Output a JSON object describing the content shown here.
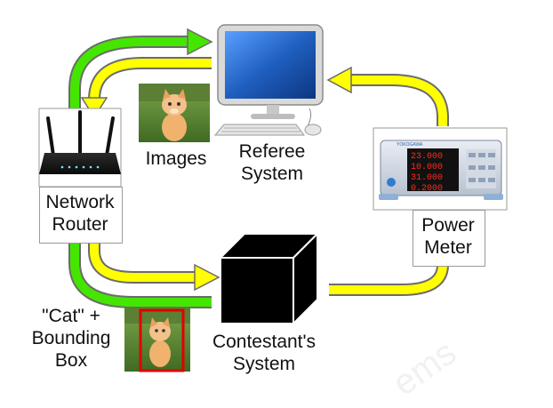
{
  "labels": {
    "images": "Images",
    "referee": [
      "Referee",
      "System"
    ],
    "router": [
      "Network",
      "Router"
    ],
    "power_meter": [
      "Power",
      "Meter"
    ],
    "contestant": [
      "Contestant's",
      "System"
    ],
    "output": [
      "\"Cat\" +",
      "Bounding",
      "Box"
    ]
  },
  "meter_readouts": [
    "23.000",
    "10.000",
    "31.000",
    "0.2000"
  ],
  "meter_brand": "YOKOGAWA",
  "watermark": "ems",
  "colors": {
    "green_arrow": "#44e600",
    "yellow_arrow": "#ffff00",
    "arrow_outline": "#6b6b6b",
    "box_border": "#9a9a9a",
    "monitor_screen": "#1f5fbf",
    "bounding_box": "#e10000",
    "meter_digits": "#ff2a1a"
  }
}
